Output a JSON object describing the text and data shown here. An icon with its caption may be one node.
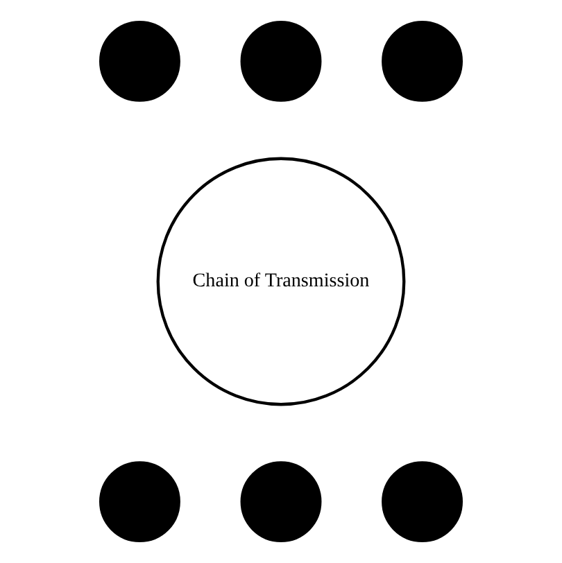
{
  "diagram": {
    "nodes": [
      {
        "text": [],
        "shape": "circle"
      },
      {
        "text": [],
        "shape": "circle"
      },
      {
        "text": [],
        "shape": "circle"
      },
      {
        "text": [
          "Chain of Transmission"
        ]
      },
      {
        "text": [],
        "shape": "circle"
      },
      {
        "text": [],
        "shape": "circle"
      },
      {
        "text": [],
        "shape": "circle"
      }
    ]
  }
}
